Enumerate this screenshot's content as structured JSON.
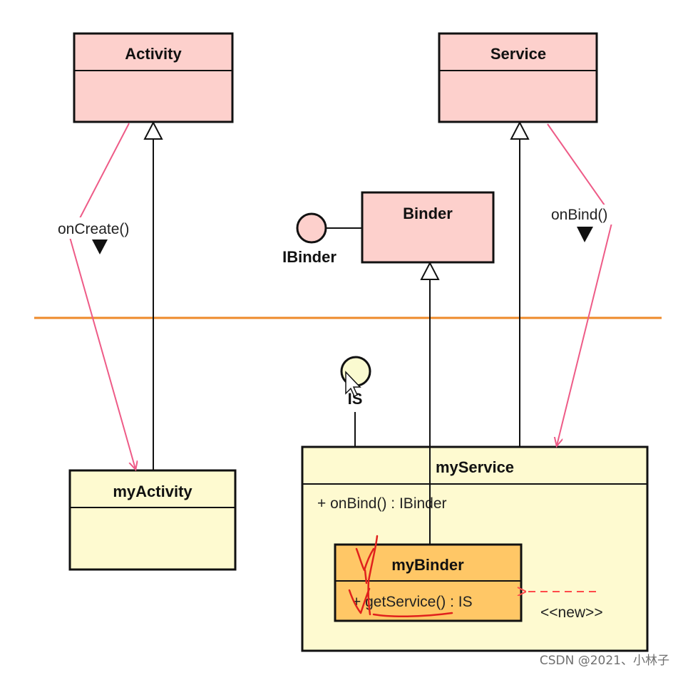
{
  "classes": {
    "activity": {
      "name": "Activity"
    },
    "service": {
      "name": "Service"
    },
    "binder": {
      "name": "Binder"
    },
    "my_activity": {
      "name": "myActivity"
    },
    "my_service": {
      "name": "myService",
      "member": "+ onBind() : IBinder"
    },
    "my_binder": {
      "name": "myBinder",
      "member": "+ getService() : IS"
    }
  },
  "interfaces": {
    "ibinder": "IBinder",
    "is": "IS"
  },
  "calls": {
    "on_create": "onCreate()",
    "on_bind": "onBind()",
    "new": "<<new>>"
  },
  "watermark": "CSDN @2021、小林子",
  "colors": {
    "framework_fill": "#fdd0cc",
    "app_fill": "#fefad0",
    "inner_fill": "#ffc766",
    "call_arrow": "#ee5b87",
    "layer_divider": "#ee8a2a",
    "annotation": "#e0211d"
  }
}
